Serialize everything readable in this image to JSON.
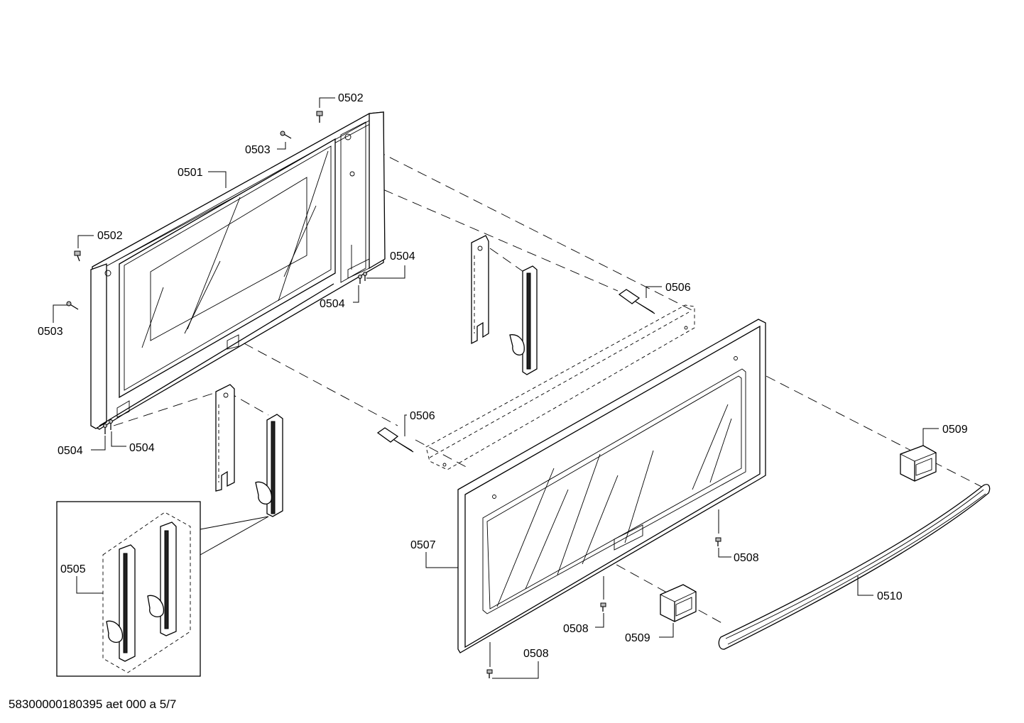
{
  "drawing": {
    "footer_code": "58300000180395 aet 000 a 5/7"
  },
  "parts": {
    "p0501": "0501",
    "p0502a": "0502",
    "p0502b": "0502",
    "p0503a": "0503",
    "p0503b": "0503",
    "p0504a": "0504",
    "p0504b": "0504",
    "p0504c": "0504",
    "p0504d": "0504",
    "p0505": "0505",
    "p0506a": "0506",
    "p0506b": "0506",
    "p0507": "0507",
    "p0508a": "0508",
    "p0508b": "0508",
    "p0508c": "0508",
    "p0509a": "0509",
    "p0509b": "0509",
    "p0510": "0510"
  }
}
